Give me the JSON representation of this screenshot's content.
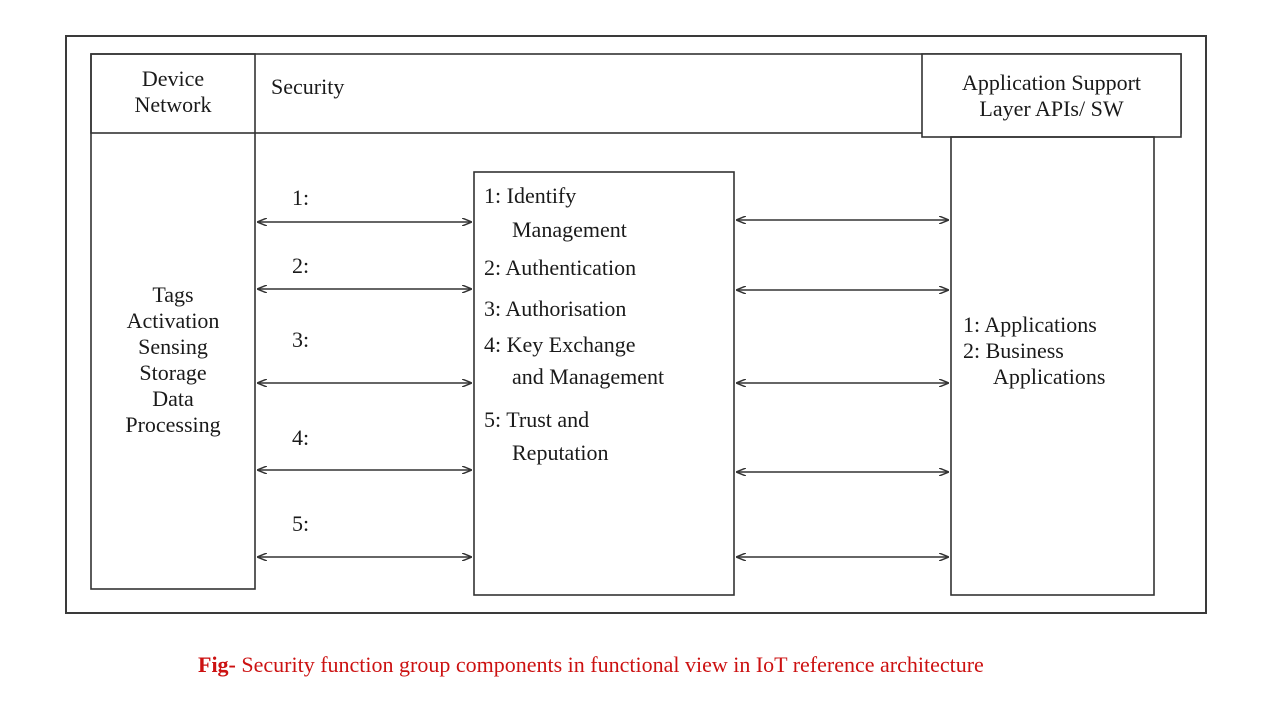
{
  "header": {
    "device_network": "Device\nNetwork",
    "security": "Security",
    "app_support": "Application Support\nLayer APIs/ SW"
  },
  "device_functions": [
    "Tags",
    "Activation",
    "Sensing",
    "Storage",
    "Data",
    "Processing"
  ],
  "channels": [
    "1:",
    "2:",
    "3:",
    "4:",
    "5:"
  ],
  "security_functions": [
    {
      "line1": "1: Identify",
      "line2": "Management"
    },
    {
      "line1": "2: Authentication",
      "line2": ""
    },
    {
      "line1": "3: Authorisation",
      "line2": ""
    },
    {
      "line1": "4: Key Exchange",
      "line2": "and Management"
    },
    {
      "line1": "5: Trust and",
      "line2": "Reputation"
    }
  ],
  "applications": [
    "1: Applications",
    "2: Business",
    "Applications"
  ],
  "caption": {
    "prefix": "Fig-",
    "text": " Security function group components in functional view in IoT reference architecture"
  }
}
